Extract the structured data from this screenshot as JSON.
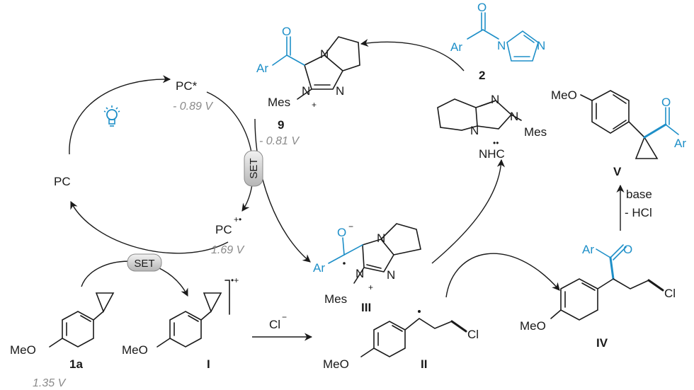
{
  "catalysis": {
    "pc_excited": "PC*",
    "pc_excited_potential": "- 0.89 V",
    "pc": "PC",
    "pc_radical_cation": "PC",
    "pc_radical_cation_charge": "+•",
    "pc_radical_cation_potential": "1.69 V",
    "set_upper": "SET",
    "set_lower": "SET"
  },
  "compounds": {
    "c9": {
      "number": "9",
      "potential": "- 0.81 V",
      "ar": "Ar",
      "o": "O",
      "mes": "Mes",
      "plus": "+",
      "n1": "N",
      "n2": "N",
      "n3": "N"
    },
    "c2": {
      "number": "2",
      "ar": "Ar",
      "o": "O",
      "n1": "N",
      "n2": "N"
    },
    "nhc": {
      "label": "NHC",
      "n1": "N",
      "n2": "N",
      "n3": "N",
      "mes": "Mes",
      "dots": "••"
    },
    "cV": {
      "number": "V",
      "meo": "MeO",
      "o": "O",
      "ar": "Ar"
    },
    "c1a": {
      "number": "1a",
      "meo": "MeO",
      "potential": "1.35 V"
    },
    "cI": {
      "number": "I",
      "meo": "MeO",
      "charge": "•+"
    },
    "cIII": {
      "number": "III",
      "o": "O",
      "ominus": "−",
      "ar": "Ar",
      "mes": "Mes",
      "plus": "+",
      "n1": "N",
      "n2": "N",
      "n3": "N"
    },
    "cII": {
      "number": "II",
      "meo": "MeO",
      "cl": "Cl"
    },
    "cIV": {
      "number": "IV",
      "meo": "MeO",
      "ar": "Ar",
      "o": "O",
      "cl": "Cl"
    }
  },
  "reagents": {
    "chloride": "Cl",
    "chloride_charge": "−",
    "base": "base",
    "minus_hcl": "- HCl"
  },
  "colors": {
    "accent": "#1e8fc8",
    "potential": "#8a8a8a",
    "set_pill": "#c8c8c8"
  }
}
